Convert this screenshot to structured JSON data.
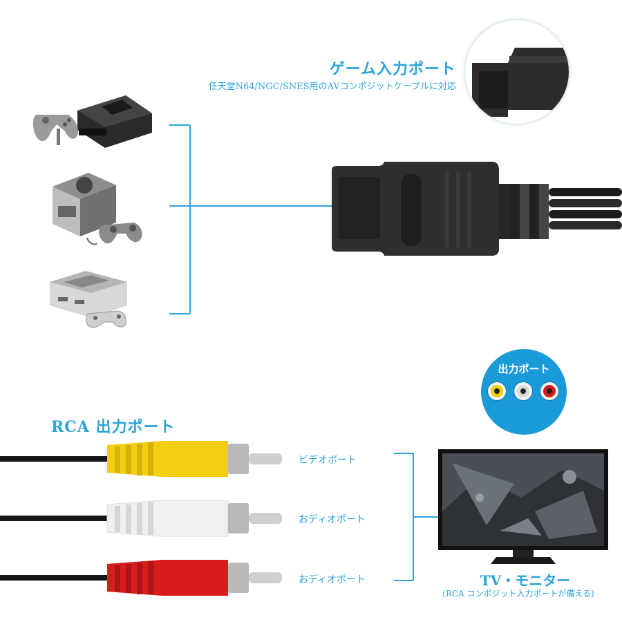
{
  "game_port": {
    "title": "ゲーム入力ポート",
    "subtitle": "任天堂N64/NGC/SNES用のAVコンポジットケーブルに対応"
  },
  "rca_port": {
    "title": "RCA 出力ポート",
    "labels": [
      "ビデオポート",
      "おディオポート",
      "おディオポート"
    ]
  },
  "output_badge": {
    "title": "出力ポート"
  },
  "tv": {
    "title": "TV・モニター",
    "subtitle": "(RCA コンポジット入力ポートが備える)"
  },
  "colors": {
    "accent": "#2aa3d8",
    "badge": "#1a9bd8",
    "plug_yellow": "#f2cf10",
    "plug_white": "#f0f0f0",
    "plug_red": "#d81c1c",
    "console_dark": "#2a2a2a",
    "console_gray": "#b9b9b9"
  },
  "icons": [
    "n64-console-icon",
    "gamecube-console-icon",
    "snes-console-icon",
    "tv-monitor-icon"
  ]
}
